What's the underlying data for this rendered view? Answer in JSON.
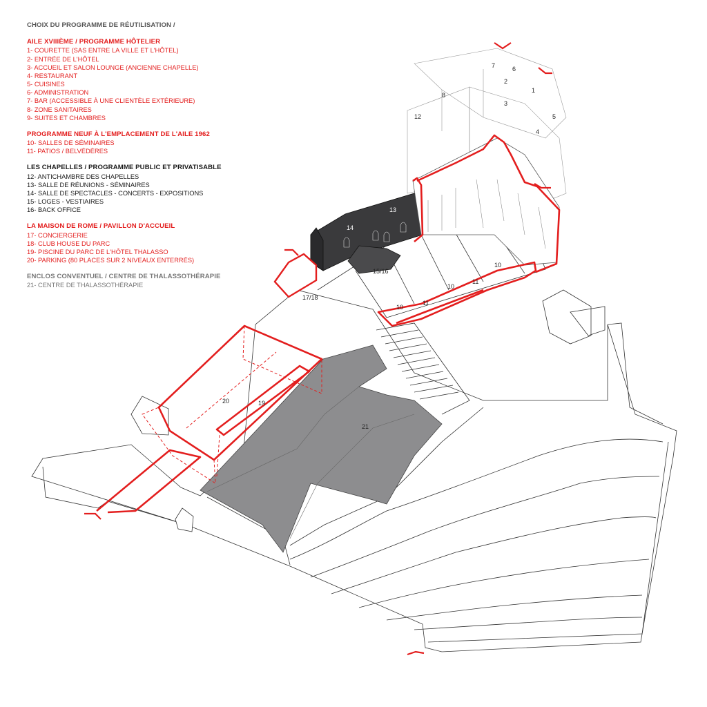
{
  "legend": {
    "header": "CHOIX DU PROGRAMME DE RÉUTILISATION /",
    "sections": [
      {
        "title": "AILE XVIIIÈME / PROGRAMME HÔTELIER",
        "items": [
          "1- COURETTE (SAS ENTRE LA VILLE ET L'HÔTEL)",
          "2- ENTRÉE DE L'HÔTEL",
          "3- ACCUEIL ET SALON LOUNGE (ANCIENNE CHAPELLE)",
          "4- RESTAURANT",
          "5- CUISINES",
          "6- ADMINISTRATION",
          "7- BAR (ACCESSIBLE À UNE CLIENTÈLE EXTÉRIEURE)",
          "8- ZONE SANITAIRES",
          "9- SUITES ET CHAMBRES"
        ]
      },
      {
        "title": "PROGRAMME NEUF À L'EMPLACEMENT DE L'AILE 1962",
        "items": [
          "10- SALLES DE SÉMINAIRES",
          "11- PATIOS / BELVÉDÈRES"
        ]
      },
      {
        "title": "LES CHAPELLES / PROGRAMME PUBLIC ET PRIVATISABLE",
        "items": [
          "12- ANTICHAMBRE DES CHAPELLES",
          "13- SALLE DE RÉUNIONS - SÉMINAIRES",
          "14- SALLE DE SPECTACLES - CONCERTS - EXPOSITIONS",
          "15- LOGES - VESTIAIRES",
          "16- BACK OFFICE"
        ]
      },
      {
        "title": "LA MAISON DE ROME  / PAVILLON D'ACCUEIL",
        "items": [
          "17- CONCIERGERIE",
          "18- CLUB HOUSE DU PARC",
          "19- PISCINE DU PARC DE L'HÔTEL THALASSO",
          "20- PARKING (80 PLACES SUR 2 NIVEAUX ENTERRÉS)"
        ]
      },
      {
        "title": "ENCLOS CONVENTUEL / CENTRE DE THALASSOTHÉRAPIE",
        "items": [
          "21- CENTRE DE THALASSOTHÉRAPIE"
        ]
      }
    ]
  },
  "drawing": {
    "labels": {
      "l1": "1",
      "l2": "2",
      "l3": "3",
      "l4": "4",
      "l5": "5",
      "l6": "6",
      "l7": "7",
      "l8": "8",
      "l12": "12",
      "l13": "13",
      "l14": "14",
      "l1516": "15/16",
      "l1718": "17/18",
      "l10a": "10",
      "l10b": "10",
      "l10c": "10",
      "l11a": "11",
      "l11b": "11",
      "l19": "19",
      "l20": "20",
      "l21": "21"
    },
    "colors": {
      "accent_red": "#e31e1e",
      "dark_chapel": "#3a3a3c",
      "grey_thalasso": "#8d8d8f",
      "line": "#333333"
    }
  }
}
